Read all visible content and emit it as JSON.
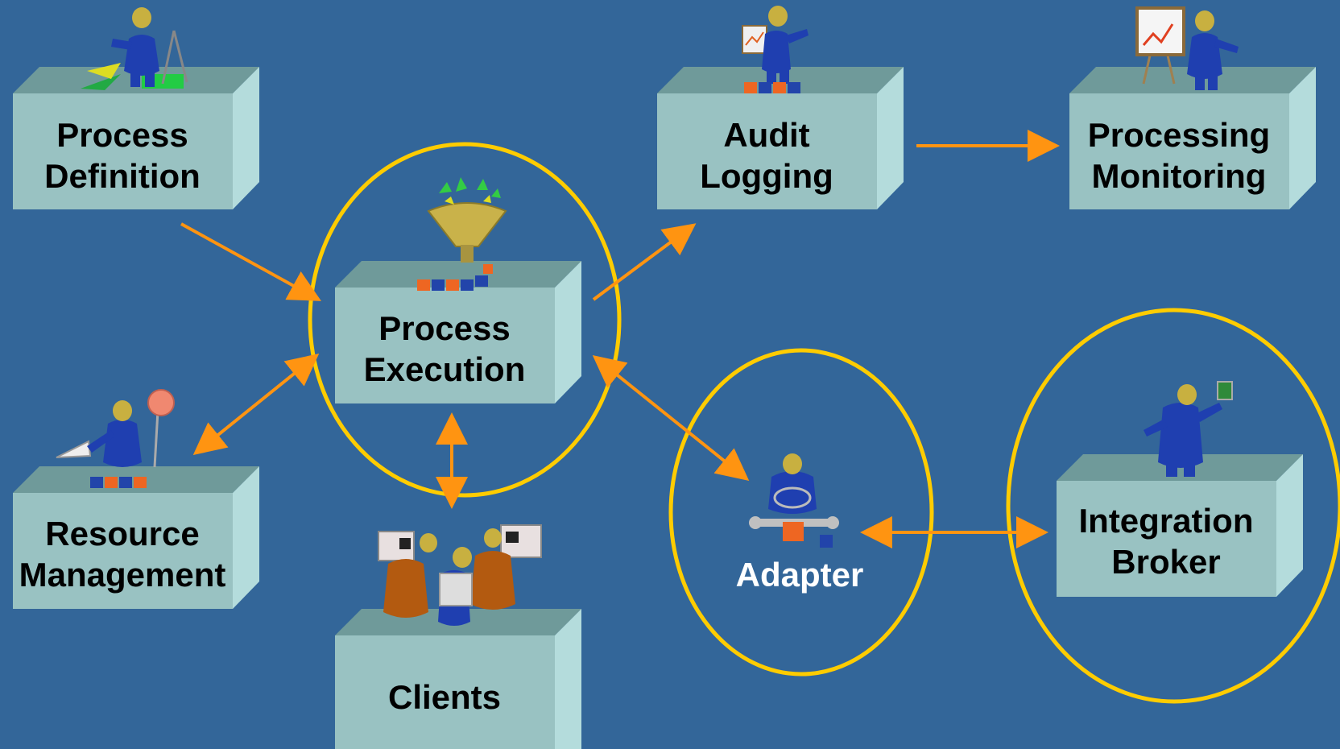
{
  "colors": {
    "background": "#336699",
    "box_front": "#99c2c2",
    "box_top": "#6f9a9a",
    "box_side": "#b4dcdc",
    "arrow": "#ff9411",
    "circle": "#ffcc00",
    "figure_body": "#1f3fb0",
    "figure_head": "#c8b040",
    "block_orange": "#ee6622",
    "block_blue": "#2244aa"
  },
  "boxes": {
    "process_definition": {
      "line1": "Process",
      "line2": "Definition"
    },
    "process_execution": {
      "line1": "Process",
      "line2": "Execution"
    },
    "audit_logging": {
      "line1": "Audit",
      "line2": "Logging"
    },
    "processing_monitoring": {
      "line1": "Processing",
      "line2": "Monitoring"
    },
    "resource_management": {
      "line1": "Resource",
      "line2": "Management"
    },
    "clients": {
      "line1": "Clients"
    },
    "integration_broker": {
      "line1": "Integration",
      "line2": "Broker"
    }
  },
  "adapter": {
    "label": "Adapter"
  },
  "icons": {
    "process_definition": "architect-figure-icon",
    "process_execution": "funnel-icon",
    "audit_logging": "presenter-with-chart-icon",
    "processing_monitoring": "easel-chart-icon",
    "resource_management": "megaphone-figure-icon",
    "clients": "computer-users-icon",
    "adapter": "adapter-figure-icon",
    "integration_broker": "broker-figure-icon"
  }
}
